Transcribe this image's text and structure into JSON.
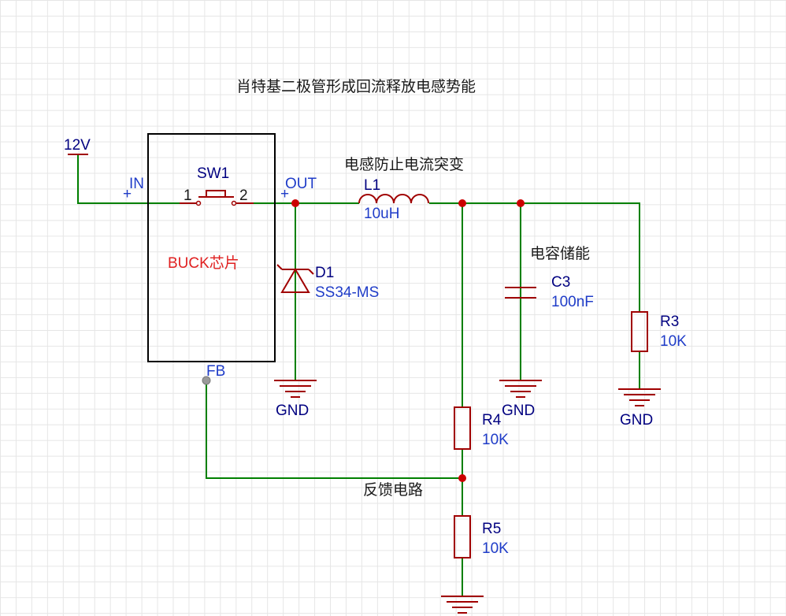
{
  "title": "肖特基二极管形成回流释放电感势能",
  "colors": {
    "wire": "#008000",
    "component": "#a00000",
    "junction": "#cc0000",
    "power_text": "#000080",
    "value_text": "#1f3cc8",
    "chip_label": "#e02020"
  },
  "power": {
    "label": "12V"
  },
  "chip": {
    "label": "BUCK芯片",
    "pin_in": "IN",
    "pin_out": "OUT",
    "pin_fb": "FB",
    "plus": "+"
  },
  "switch": {
    "ref": "SW1",
    "pin1": "1",
    "pin2": "2"
  },
  "inductor": {
    "ref": "L1",
    "value": "10uH",
    "note": "电感防止电流突变"
  },
  "diode": {
    "ref": "D1",
    "value": "SS34-MS"
  },
  "capacitor": {
    "ref": "C3",
    "value": "100nF",
    "note": "电容储能"
  },
  "r3": {
    "ref": "R3",
    "value": "10K"
  },
  "r4": {
    "ref": "R4",
    "value": "10K"
  },
  "r5": {
    "ref": "R5",
    "value": "10K"
  },
  "feedback_note": "反馈电路",
  "gnd": {
    "label": "GND"
  }
}
